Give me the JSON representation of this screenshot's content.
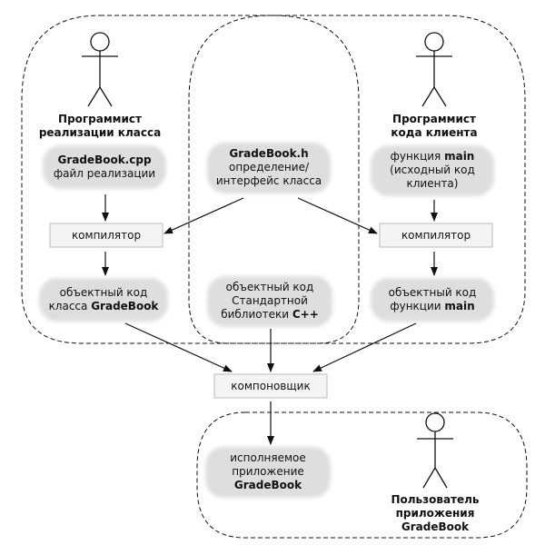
{
  "actors": {
    "class_programmer": [
      "Программист",
      "реализации класса"
    ],
    "client_programmer": [
      "Программист",
      "кода клиента"
    ],
    "app_user": [
      "Пользователь",
      "приложения",
      "GradeBook"
    ]
  },
  "blobs": {
    "gradebook_cpp": {
      "line1": "GradeBook.cpp",
      "line2": "файл реализации"
    },
    "gradebook_h": {
      "line1": "GradeBook.h",
      "line2": "определение/",
      "line3": "интерфейс класса"
    },
    "main_source": {
      "line1_prefix": "функция ",
      "line1_bold": "main",
      "line2": "(исходный код",
      "line3": "клиента)"
    },
    "obj_gradebook": {
      "line1": "объектный код",
      "line2_prefix": "класса ",
      "line2_bold": "GradeBook"
    },
    "obj_stdlib": {
      "line1": "объектный код",
      "line2": "Стандартной",
      "line3_prefix": "библиотеки ",
      "line3_bold": "C++"
    },
    "obj_main": {
      "line1": "объектный код",
      "line2_prefix": "функции ",
      "line2_bold": "main"
    },
    "executable": {
      "line1": "исполняемое",
      "line2": "приложение",
      "line3": "GradeBook"
    }
  },
  "boxes": {
    "compiler_left": "компилятор",
    "compiler_right": "компилятор",
    "linker": "компоновщик"
  },
  "colors": {
    "blob_fill": "#dedede",
    "box_fill": "#f4f4f4",
    "line": "#111111"
  }
}
